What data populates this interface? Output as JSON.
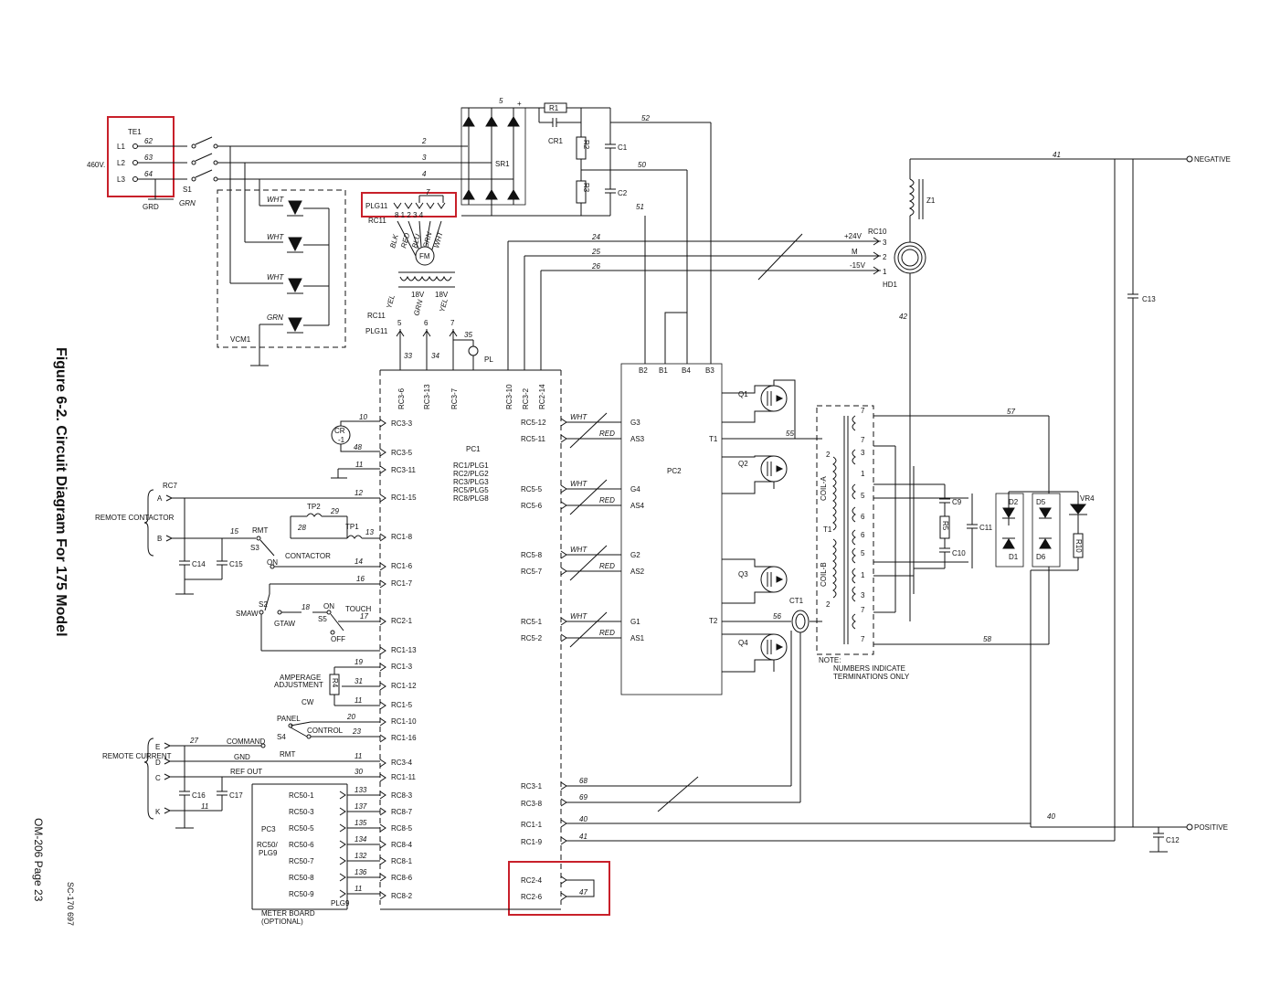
{
  "figure": {
    "title": "Figure 6-2. Circuit Diagram For 175 Model",
    "page_ref": "OM-206 Page 23",
    "doc_code": "SC-170 697"
  },
  "colors": {
    "line": "#111111",
    "highlight": "#c8202a",
    "background": "#ffffff"
  },
  "labels": {
    "te1": "TE1",
    "l1": "L1",
    "l2": "L2",
    "l3": "L3",
    "w62": "62",
    "w63": "63",
    "w64": "64",
    "volt": "460V.",
    "s1": "S1",
    "grd": "GRD",
    "grn": "GRN",
    "vcm1": "VCM1",
    "wht": "WHT",
    "grn_u": "GRN",
    "w2": "2",
    "w3": "3",
    "w4": "4",
    "w5": "5",
    "plus": "+",
    "r1": "R1",
    "cr1": "CR1",
    "r2": "R2",
    "r3": "R3",
    "c1": "C1",
    "c2": "C2",
    "sr1": "SR1",
    "w52": "52",
    "w50": "50",
    "w51": "51",
    "plg11": "PLG11",
    "rc11": "RC11",
    "w7": "7",
    "pins_top": "8 1 2 3 4",
    "blk": "BLK",
    "red": "RED",
    "blu": "BLU",
    "grn2": "GRN",
    "wht2": "WHT",
    "fm": "FM",
    "yel": "YEL",
    "v18a": "18V",
    "v18b": "18V",
    "grn3": "GRN",
    "yel2": "YEL",
    "rc11b": "RC11",
    "plg11b": "PLG11",
    "p5": "5",
    "p6": "6",
    "p7": "7",
    "w35": "35",
    "pl": "PL",
    "w33": "33",
    "w34": "34",
    "w24": "24",
    "w25": "25",
    "w26": "26",
    "v24": "+24V",
    "m": "M",
    "v15": "-15V",
    "rc10": "RC10",
    "p3": "3",
    "p2": "2",
    "p1": "1",
    "hd1": "HD1",
    "z1": "Z1",
    "w41": "41",
    "w42": "42",
    "negative": "NEGATIVE",
    "positive": "POSITIVE",
    "c13": "C13",
    "c12": "C12",
    "rc3_6": "RC3-6",
    "rc3_13": "RC3-13",
    "rc3_7": "RC3-7",
    "rc3_10": "RC3-10",
    "rc3_2": "RC3-2",
    "rc2_14": "RC2-14",
    "cr": "CR",
    "cr_1": "-1",
    "w10": "10",
    "w48": "48",
    "w11": "11",
    "w12": "12",
    "w13": "13",
    "w14": "14",
    "w15": "15",
    "w16": "16",
    "w17": "17",
    "w18": "18",
    "w19": "19",
    "w20": "20",
    "w23": "23",
    "w27": "27",
    "w28": "28",
    "w29": "29",
    "w30": "30",
    "w31": "31",
    "rc3_3": "RC3-3",
    "rc3_5": "RC3-5",
    "rc3_11": "RC3-11",
    "rc1_15": "RC1-15",
    "rc1_8": "RC1-8",
    "rc1_6": "RC1-6",
    "rc1_7": "RC1-7",
    "rc2_1": "RC2-1",
    "rc1_13": "RC1-13",
    "rc1_3": "RC1-3",
    "rc1_12": "RC1-12",
    "rc1_5": "RC1-5",
    "rc1_10": "RC1-10",
    "rc1_16": "RC1-16",
    "rc3_4": "RC3-4",
    "rc1_11": "RC1-11",
    "rc7": "RC7",
    "a": "A",
    "b": "B",
    "remote_contactor": "REMOTE CONTACTOR",
    "rmt": "RMT",
    "s3": "S3",
    "contactor": "CONTACTOR",
    "on": "ON",
    "tp1": "TP1",
    "tp2": "TP2",
    "c14": "C14",
    "c15": "C15",
    "s2": "S2",
    "smaw": "SMAW",
    "gtaw": "GTAW",
    "s5": "S5",
    "on2": "ON",
    "touch": "TOUCH",
    "off": "OFF",
    "amperage": "AMPERAGE",
    "adjustment": "ADJUSTMENT",
    "r4": "R4",
    "cw": "CW",
    "panel": "PANEL",
    "s4": "S4",
    "control": "CONTROL",
    "e": "E",
    "d": "D",
    "c": "C",
    "k": "K",
    "remote_current": "REMOTE CURRENT",
    "command": "COMMAND",
    "gnd": "GND",
    "rmt2": "RMT",
    "ref_out": "REF OUT",
    "c16": "C16",
    "c17": "C17",
    "pc1": "PC1",
    "pc1_lines": [
      "RC1/PLG1",
      "RC2/PLG2",
      "RC3/PLG3",
      "RC5/PLG5",
      "RC8/PLG8"
    ],
    "rc50_1": "RC50-1",
    "rc50_3": "RC50-3",
    "rc50_5": "RC50-5",
    "rc50_6": "RC50-6",
    "rc50_7": "RC50-7",
    "rc50_8": "RC50-8",
    "rc50_9": "RC50-9",
    "w133": "133",
    "w137": "137",
    "w135": "135",
    "w134": "134",
    "w132": "132",
    "w136": "136",
    "rc8_3": "RC8-3",
    "rc8_7": "RC8-7",
    "rc8_5": "RC8-5",
    "rc8_4": "RC8-4",
    "rc8_1": "RC8-1",
    "rc8_6": "RC8-6",
    "rc8_2": "RC8-2",
    "pc3": "PC3",
    "rc50": "RC50/",
    "plg9": "PLG9",
    "plg9b": "PLG9",
    "meter_board": "METER BOARD",
    "optional": "(OPTIONAL)",
    "rc5_12": "RC5-12",
    "rc5_11": "RC5-11",
    "rc5_5": "RC5-5",
    "rc5_6": "RC5-6",
    "rc5_8": "RC5-8",
    "rc5_7": "RC5-7",
    "rc5_1": "RC5-1",
    "rc5_2": "RC5-2",
    "g3": "G3",
    "as3": "AS3",
    "g4": "G4",
    "as4": "AS4",
    "g2": "G2",
    "as2": "AS2",
    "g1": "G1",
    "as1": "AS1",
    "pc2": "PC2",
    "b2": "B2",
    "b1": "B1",
    "b4": "B4",
    "b3": "B3",
    "t1": "T1",
    "t2": "T2",
    "q1": "Q1",
    "q2": "Q2",
    "q3": "Q3",
    "q4": "Q4",
    "w55": "55",
    "w56": "56",
    "w57": "57",
    "w58": "58",
    "ct1": "CT1",
    "coil_a": "COIL-A",
    "coil_b": "COIL-B",
    "t1b": "T1",
    "c9": "C9",
    "c10": "C10",
    "c11": "C11",
    "r5": "R5",
    "r10": "R10",
    "d1": "D1",
    "d2": "D2",
    "d5": "D5",
    "d6": "D6",
    "vr4": "VR4",
    "note": "NOTE:",
    "note2": "NUMBERS INDICATE",
    "note3": "TERMINATIONS ONLY",
    "rc3_1": "RC3-1",
    "rc3_8": "RC3-8",
    "rc1_1": "RC1-1",
    "rc1_9": "RC1-9",
    "w68": "68",
    "w69": "69",
    "w40": "40",
    "w40b": "40",
    "w41b": "41",
    "rc2_4": "RC2-4",
    "rc2_6": "RC2-6",
    "w47": "47"
  }
}
